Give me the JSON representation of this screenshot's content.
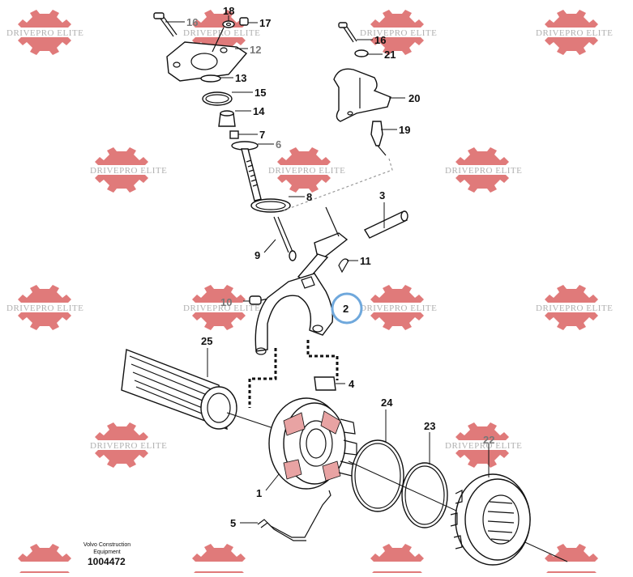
{
  "watermark": {
    "text": "DRIVEPRO ELITE",
    "color": "#e07a7a"
  },
  "callouts": {
    "c1": "1",
    "c2": "2",
    "c3": "3",
    "c4": "4",
    "c5": "5",
    "c6": "6",
    "c7": "7",
    "c8": "8",
    "c9": "9",
    "c10": "10",
    "c11": "11",
    "c12": "12",
    "c13": "13",
    "c14": "14",
    "c15": "15",
    "c16a": "16",
    "c16b": "16",
    "c17": "17",
    "c18": "18",
    "c19": "19",
    "c20": "20",
    "c21": "21",
    "c22": "22",
    "c23": "23",
    "c24": "24",
    "c25": "25"
  },
  "footer": {
    "brand": "Volvo Construction",
    "brand_line2": "Equipment",
    "drawing_number": "1004472"
  },
  "highlight_color": "#6fa8dc",
  "accent_color": "#e07a7a"
}
